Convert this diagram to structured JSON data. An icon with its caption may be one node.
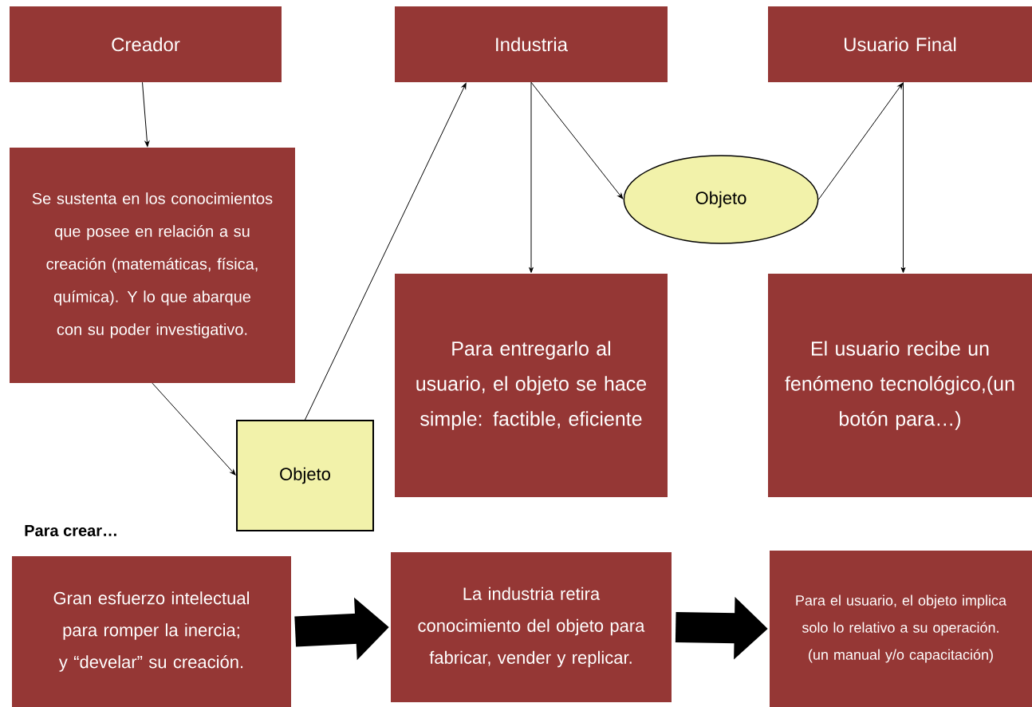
{
  "diagram": {
    "nodes": [
      {
        "text": [
          "Creador"
        ]
      },
      {
        "text": [
          "Industria"
        ]
      },
      {
        "text": [
          "Usuario Final"
        ]
      },
      {
        "text": [
          "Se sustenta en los conocimientos que posee en relación a su creación (matemáticas, física, química). Y lo que abarque con su poder investigativo."
        ]
      },
      {
        "text": [
          "Objeto"
        ]
      },
      {
        "text": [
          "Para entregarlo al usuario, el objeto se hace simple: factible, eficiente"
        ]
      },
      {
        "text": [
          "El usuario recibe un fenómeno tecnológico,(un botón para…)"
        ]
      },
      {
        "text": [
          "Objeto"
        ]
      },
      {
        "text": [
          "Gran esfuerzo intelectual para romper la inercia; y “develar” su creación."
        ]
      },
      {
        "text": [
          "La industria retira conocimiento del objeto para fabricar, vender y replicar."
        ]
      },
      {
        "text": [
          "Para el usuario, el objeto implica solo lo relativo a su operación. (un manual y/o  capacitación)"
        ]
      }
    ],
    "edges": [
      {
        "from": 0,
        "to": 3,
        "arrow": "to"
      },
      {
        "from": 3,
        "to": 7,
        "arrow": "to"
      },
      {
        "from": 7,
        "to": 1,
        "arrow": "to"
      },
      {
        "from": 1,
        "to": 4,
        "arrow": "to"
      },
      {
        "from": 1,
        "to": 5,
        "arrow": "to"
      },
      {
        "from": 4,
        "to": 2,
        "arrow": "to"
      },
      {
        "from": 2,
        "to": 6,
        "arrow": "to"
      },
      {
        "from": 8,
        "to": 9,
        "arrow": "to",
        "style": "thick"
      },
      {
        "from": 9,
        "to": 10,
        "arrow": "to",
        "style": "thick"
      }
    ],
    "labels": [
      "Para crear…"
    ]
  }
}
